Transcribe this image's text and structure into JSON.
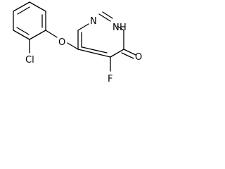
{
  "molecule": {
    "atoms": {
      "chlorine": "Cl",
      "oxygen_ether": "O",
      "nitrogen_top": "N",
      "nitrogen_h": "N",
      "hydrogen": "H",
      "fluorine": "F",
      "oxygen_carbonyl": "O"
    }
  }
}
